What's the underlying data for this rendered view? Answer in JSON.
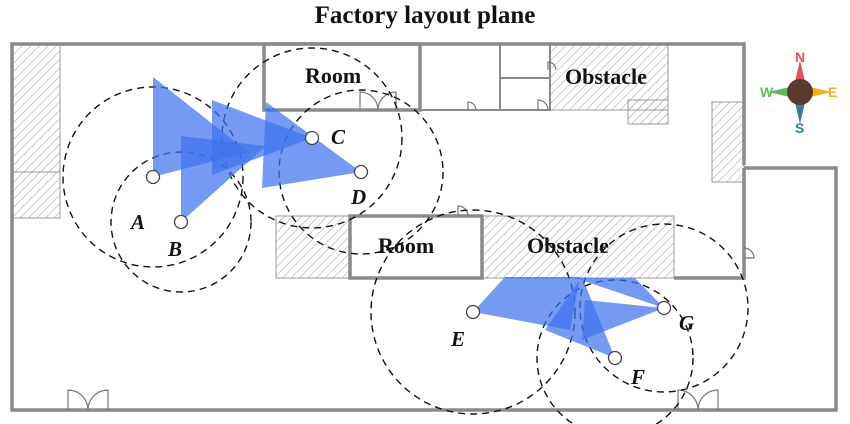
{
  "title": "Factory layout plane",
  "labels": {
    "room_top": "Room",
    "obstacle_top": "Obstacle",
    "room_mid": "Room",
    "obstacle_mid": "Obstacle"
  },
  "nodes": [
    {
      "id": "A",
      "label": "A"
    },
    {
      "id": "B",
      "label": "B"
    },
    {
      "id": "C",
      "label": "C"
    },
    {
      "id": "D",
      "label": "D"
    },
    {
      "id": "E",
      "label": "E"
    },
    {
      "id": "F",
      "label": "F"
    },
    {
      "id": "G",
      "label": "G"
    }
  ],
  "compass": {
    "north": "N",
    "south": "S",
    "east": "E",
    "west": "W",
    "colors": {
      "north": "#e8505b",
      "south": "#3a7c9a",
      "east": "#f2b01e",
      "west": "#5fb85a",
      "center": "#5a3a2e"
    }
  },
  "colors": {
    "sector": "#3f73ee",
    "wall": "#8a8a8a"
  }
}
